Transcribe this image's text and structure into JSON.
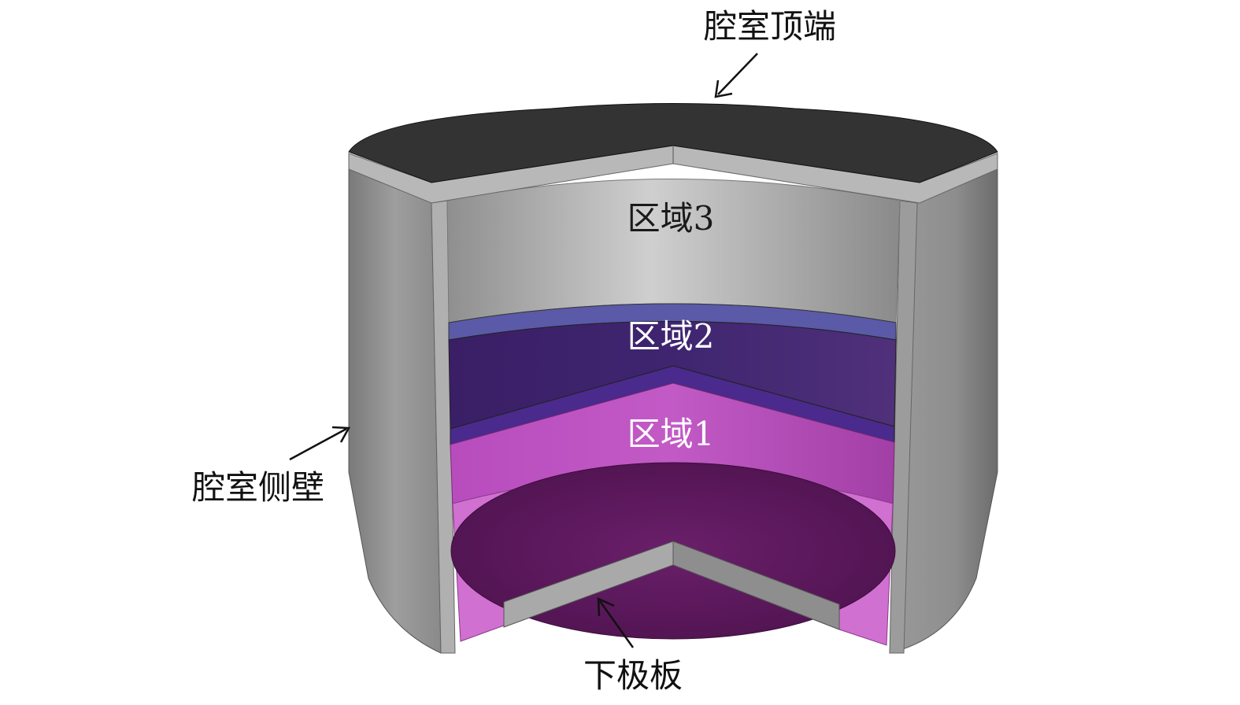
{
  "labels": {
    "top": "腔室顶端",
    "side": "腔室侧壁",
    "bottom": "下极板",
    "region3": "区域3",
    "region2": "区域2",
    "region1": "区域1"
  },
  "colors": {
    "background": "#ffffff",
    "top_cap": "#333333",
    "wall": "#9a9a9a",
    "region3": "#bdbdbd",
    "region2": "#3f2270",
    "region2_rim": "#5a5aa8",
    "region1": "#b548b8",
    "electrode": "#5e1a5e",
    "electrode_ring": "#d070d0",
    "arrow": "#111111"
  }
}
